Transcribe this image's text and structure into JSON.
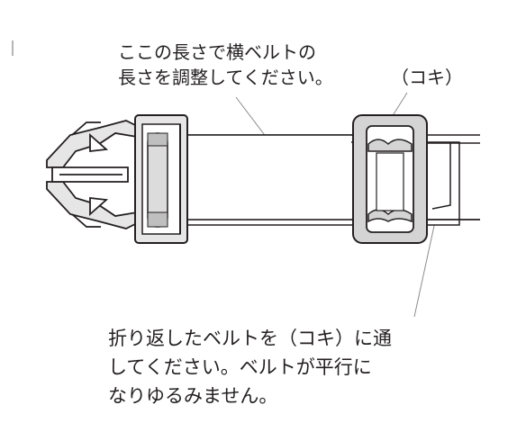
{
  "labels": {
    "top_instruction": [
      "ここの長さで横ベルトの",
      "長さを調整してください。"
    ],
    "koki": "（コキ）",
    "bottom_instruction": [
      "折り返したベルトを（コキ）に通",
      "してください。ベルトが平行に",
      "なりゆるみません。"
    ]
  },
  "colors": {
    "line": "#231f20",
    "fill_light": "#e6e6e6",
    "fill_mid": "#cfcfcf",
    "leader": "#8c8c8c"
  }
}
